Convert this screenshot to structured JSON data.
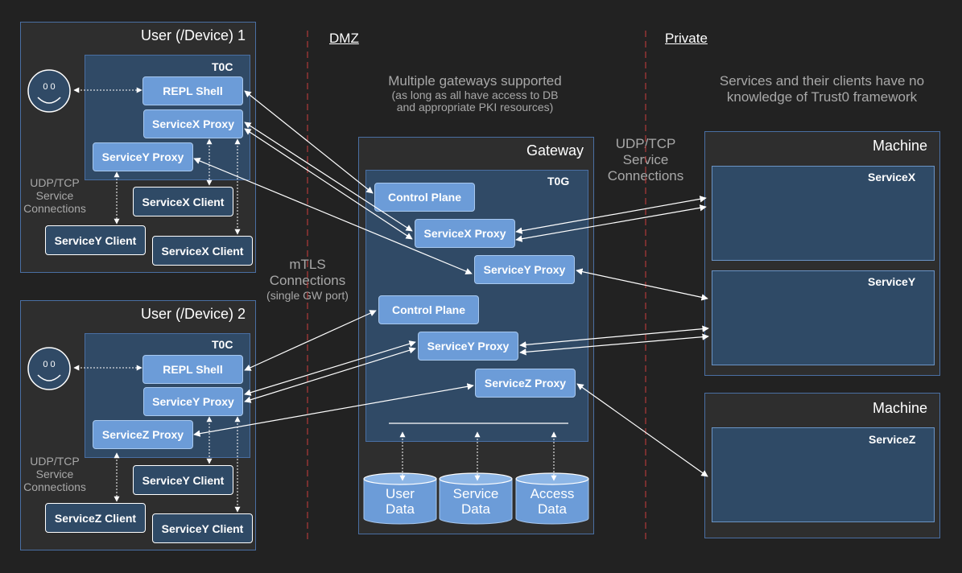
{
  "zones": {
    "dmz": "DMZ",
    "private": "Private"
  },
  "notes": {
    "gateways_main": "Multiple gateways supported",
    "gateways_sub1": "(as long as all have access to DB",
    "gateways_sub2": "and appropriate PKI resources)",
    "services_line1": "Services and their clients have no",
    "services_line2": "knowledge of Trust0 framework",
    "udp_right_1": "UDP/TCP",
    "udp_right_2": "Service",
    "udp_right_3": "Connections",
    "mtls_1": "mTLS",
    "mtls_2": "Connections",
    "mtls_3": "(single GW port)"
  },
  "user1": {
    "title": "User (/Device) 1",
    "t0c": "T0C",
    "face_eyes": "0  0",
    "repl": "REPL Shell",
    "proxy_a": "ServiceX Proxy",
    "proxy_b": "ServiceY Proxy",
    "client_a": "ServiceX Client",
    "client_b": "ServiceY Client",
    "client_c": "ServiceX Client",
    "udp_1": "UDP/TCP",
    "udp_2": "Service",
    "udp_3": "Connections"
  },
  "user2": {
    "title": "User (/Device) 2",
    "t0c": "T0C",
    "face_eyes": "0  0",
    "repl": "REPL Shell",
    "proxy_a": "ServiceY Proxy",
    "proxy_b": "ServiceZ Proxy",
    "client_a": "ServiceY Client",
    "client_b": "ServiceZ Client",
    "client_c": "ServiceY Client",
    "udp_1": "UDP/TCP",
    "udp_2": "Service",
    "udp_3": "Connections"
  },
  "gateway": {
    "title": "Gateway",
    "t0g": "T0G",
    "control_plane_1": "Control Plane",
    "proxy_x": "ServiceX Proxy",
    "proxy_y1": "ServiceY Proxy",
    "control_plane_2": "Control Plane",
    "proxy_y2": "ServiceY Proxy",
    "proxy_z": "ServiceZ Proxy",
    "db_user_1": "User",
    "db_user_2": "Data",
    "db_service_1": "Service",
    "db_service_2": "Data",
    "db_access_1": "Access",
    "db_access_2": "Data"
  },
  "machine1": {
    "title": "Machine",
    "service_x": "ServiceX",
    "service_y": "ServiceY"
  },
  "machine2": {
    "title": "Machine",
    "service_z": "ServiceZ"
  },
  "colors": {
    "background": "#222222",
    "accent": "#6c9cd8",
    "border": "#4a6fa3",
    "dashed_divider": "#b03a3a"
  }
}
